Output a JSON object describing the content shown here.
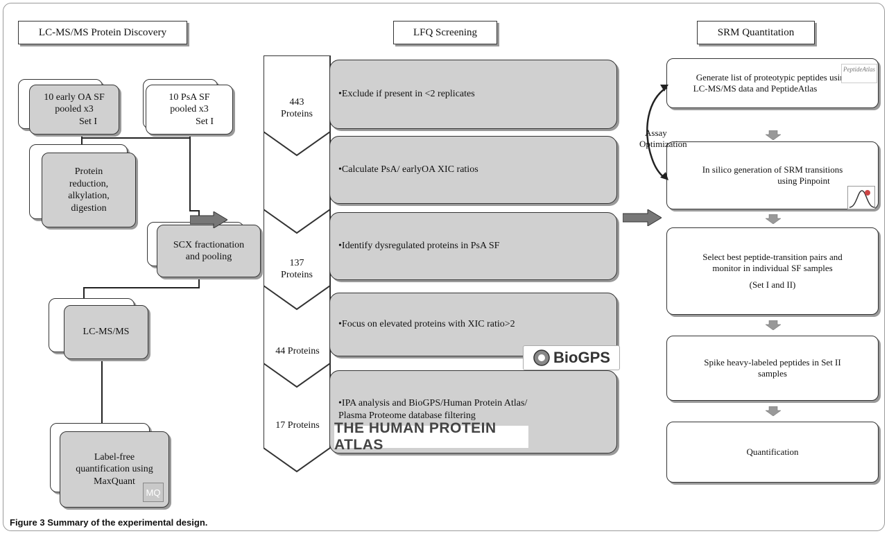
{
  "headers": {
    "discovery": "LC-MS/MS Protein Discovery",
    "lfq": "LFQ Screening",
    "srm": "SRM Quantitation"
  },
  "discovery": {
    "oa": {
      "line1": "10 early OA SF",
      "line2": "pooled x3",
      "set": "Set I"
    },
    "psa": {
      "line1": "10 PsA SF",
      "line2": "pooled x3",
      "set": "Set I"
    },
    "reduction": {
      "line1": "Protein",
      "line2": "reduction,",
      "line3": "alkylation,",
      "line4": "digestion"
    },
    "scx": {
      "line1": "SCX fractionation",
      "line2": "and pooling"
    },
    "lcms": "LC-MS/MS",
    "lfq_quant": {
      "line1": "Label-free",
      "line2": "quantification using",
      "line3": "MaxQuant"
    },
    "mq_logo": "MQ"
  },
  "lfq": {
    "chevrons": [
      {
        "count": "443",
        "unit": "Proteins"
      },
      {
        "count": "",
        "unit": ""
      },
      {
        "count": "137",
        "unit": "Proteins"
      },
      {
        "count": "44 Proteins",
        "unit": ""
      },
      {
        "count": "17 Proteins",
        "unit": ""
      }
    ],
    "steps": [
      "•Exclude if present in <2 replicates",
      "•Calculate PsA/ earlyOA XIC ratios",
      "•Identify dysregulated proteins in PsA SF",
      "•Focus on elevated proteins with XIC ratio>2",
      "•IPA analysis and BioGPS/Human Protein Atlas/"
    ],
    "step5_line2": "Plasma Proteome database filtering",
    "biogps_logo": "BioGPS",
    "hpa_logo": "THE HUMAN PROTEIN ATLAS"
  },
  "srm": {
    "box1": {
      "line1": "Generate list of proteotypic peptides using",
      "line2": "LC-MS/MS data and PeptideAtlas"
    },
    "peptideatlas_logo": "PeptideAtlas",
    "box2": {
      "line1": "In silico generation of SRM transitions",
      "line2": "using Pinpoint"
    },
    "box3": {
      "line1": "Select best peptide-transition pairs and",
      "line2": "monitor in individual SF samples",
      "line3": "(Set I and II)"
    },
    "box4": {
      "line1": "Spike heavy-labeled peptides in Set II",
      "line2": "samples"
    },
    "box5": "Quantification",
    "assay_line1": "Assay",
    "assay_line2": "Optimization"
  },
  "caption": {
    "label": "Figure 3",
    "text": " Summary of the experimental design."
  }
}
